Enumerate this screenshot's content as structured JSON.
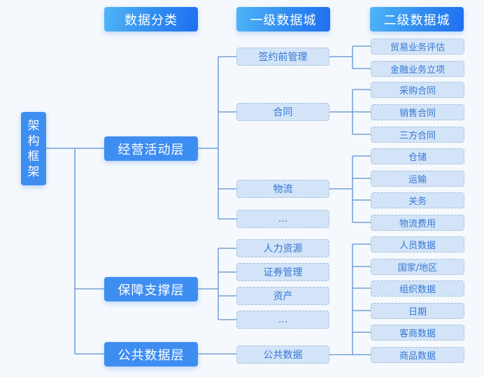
{
  "headers": {
    "category": "数据分类",
    "level1": "一级数据城",
    "level2": "二级数据城"
  },
  "root": {
    "label": "架构框架",
    "chars": [
      "架",
      "构",
      "框",
      "架"
    ]
  },
  "colors": {
    "primary": "#3e8ef2",
    "node_fill": "#d3e4f8",
    "node_text": "#3577d4",
    "line": "#5b8fd0",
    "background": "#f5f9fd"
  },
  "layers": [
    {
      "label": "经营活动层"
    },
    {
      "label": "保障支撑层"
    },
    {
      "label": "公共数据层"
    }
  ],
  "level1_nodes": [
    {
      "label": "签约前管理",
      "layer": 0
    },
    {
      "label": "合同",
      "layer": 0
    },
    {
      "label": "物流",
      "layer": 0
    },
    {
      "label": "...",
      "layer": 0
    },
    {
      "label": "人力资源",
      "layer": 1
    },
    {
      "label": "证券管理",
      "layer": 1
    },
    {
      "label": "资产",
      "layer": 1
    },
    {
      "label": "...",
      "layer": 1
    },
    {
      "label": "公共数据",
      "layer": 2
    }
  ],
  "level2_nodes": [
    {
      "label": "贸易业务评估",
      "parent": 0
    },
    {
      "label": "金融业务立项",
      "parent": 0
    },
    {
      "label": "采购合同",
      "parent": 1
    },
    {
      "label": "销售合同",
      "parent": 1
    },
    {
      "label": "三方合同",
      "parent": 1
    },
    {
      "label": "仓储",
      "parent": 2
    },
    {
      "label": "运输",
      "parent": 2
    },
    {
      "label": "关务",
      "parent": 2
    },
    {
      "label": "物流费用",
      "parent": 2
    },
    {
      "label": "人员数据",
      "parent": 8
    },
    {
      "label": "国家/地区",
      "parent": 8
    },
    {
      "label": "组织数据",
      "parent": 8
    },
    {
      "label": "日期",
      "parent": 8
    },
    {
      "label": "客商数据",
      "parent": 8
    },
    {
      "label": "商品数据",
      "parent": 8
    }
  ]
}
